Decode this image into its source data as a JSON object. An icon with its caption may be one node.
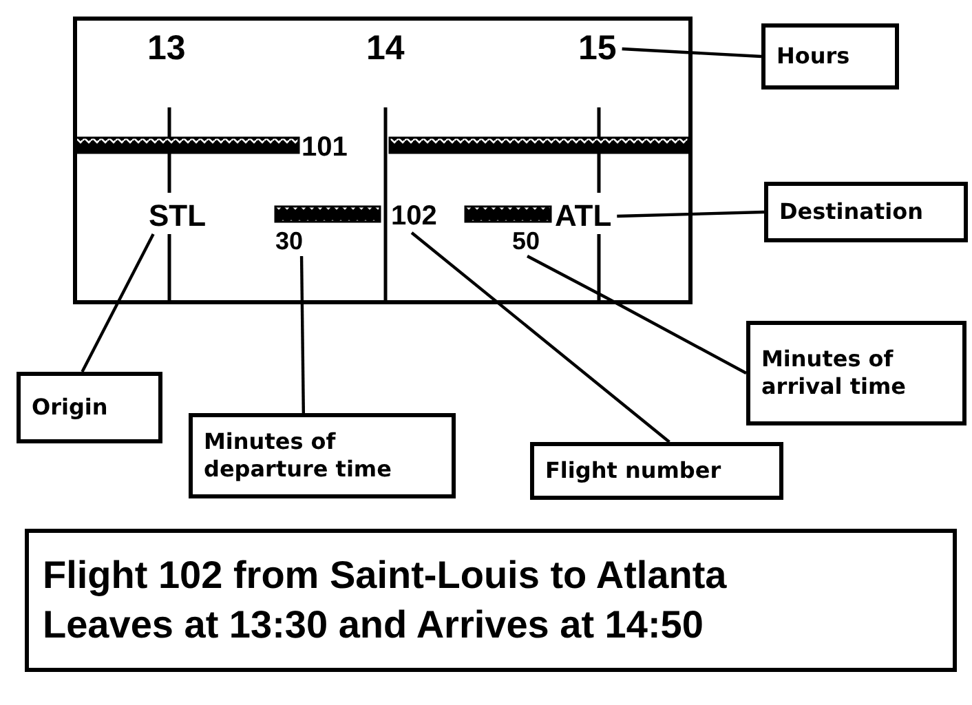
{
  "diagram": {
    "nodes": [
      {
        "text": [],
        "shape": "box"
      },
      {
        "text": [
          "15"
        ],
        "in": 0
      },
      {
        "text": [
          "Hours"
        ]
      },
      {
        "text": [
          "STL"
        ],
        "in": 0
      },
      {
        "text": [
          "30"
        ],
        "in": 0
      },
      {
        "text": [
          "102"
        ],
        "in": 0
      },
      {
        "text": [
          "ATL"
        ],
        "in": 0
      },
      {
        "text": [
          "Destination"
        ]
      },
      {
        "text": [
          "50"
        ],
        "in": 0
      },
      {
        "text": [
          "Minutes of arrival time"
        ]
      },
      {
        "text": [
          "Origin"
        ]
      },
      {
        "text": [
          "Minutes of departure time"
        ]
      },
      {
        "text": [
          "Flight number"
        ]
      },
      {
        "text": [
          "Flight 102 from Saint-Louis to Atlanta",
          "Leaves at 13:30 and Arrives at 14:50"
        ]
      }
    ],
    "edges": [
      {
        "from": 2,
        "to": 1,
        "arrow": "none"
      },
      {
        "from": 7,
        "to": 6,
        "arrow": "none"
      },
      {
        "from": 9,
        "to": 8,
        "arrow": "none"
      },
      {
        "from": 12,
        "to": 5,
        "arrow": "none"
      },
      {
        "from": 11,
        "to": 4,
        "arrow": "none"
      },
      {
        "from": 10,
        "to": 3,
        "arrow": "none"
      }
    ],
    "labels": [
      "13",
      "14",
      "101"
    ]
  }
}
